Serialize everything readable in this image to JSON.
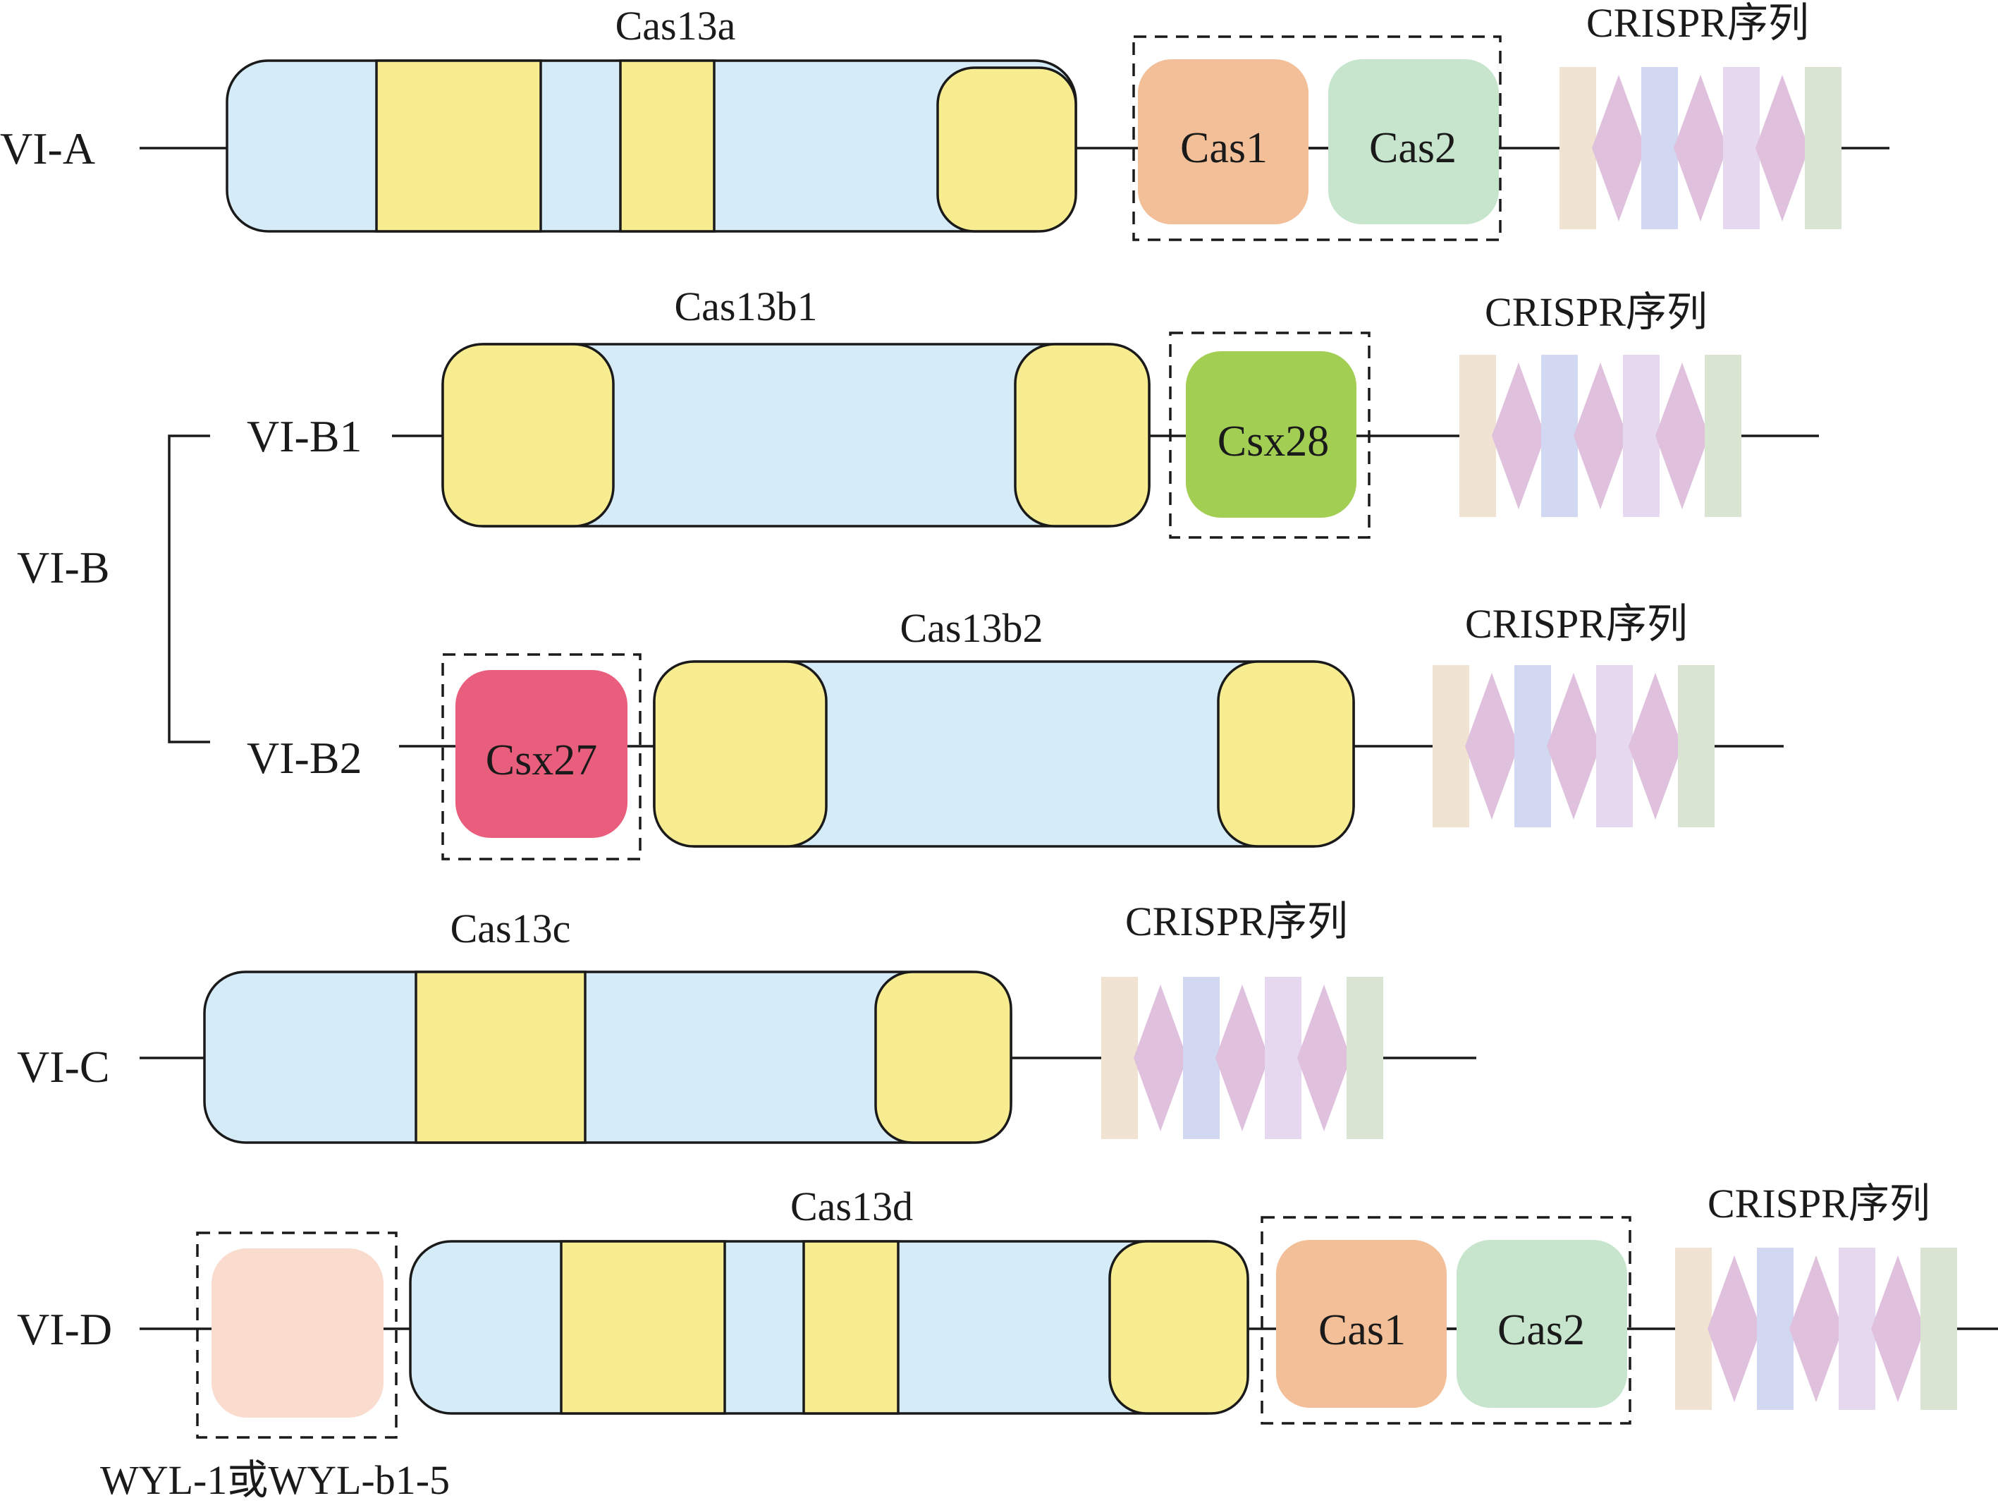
{
  "colors": {
    "protein_body": "#d6ebf8",
    "domain": "#f8ec91",
    "cas1": "#f2bf98",
    "cas2": "#c7e5cc",
    "csx28": "#a2cf53",
    "csx27": "#ea5e7d",
    "wyl": "#fadccf",
    "crispr_repeat_1": "#f0e3d2",
    "crispr_repeat_2": "#d2d7f2",
    "crispr_repeat_3": "#e6d8ee",
    "crispr_repeat_4": "#d9e4d3",
    "crispr_spacer": "#dfc1de"
  },
  "rows": {
    "via": {
      "label": "VI-A",
      "protein": "Cas13a",
      "cas1": "Cas1",
      "cas2": "Cas2",
      "crispr": "CRISPR序列"
    },
    "vib": {
      "label": "VI-B",
      "b1": {
        "label": "VI-B1",
        "protein": "Cas13b1",
        "accessory": "Csx28",
        "crispr": "CRISPR序列"
      },
      "b2": {
        "label": "VI-B2",
        "protein": "Cas13b2",
        "accessory": "Csx27",
        "crispr": "CRISPR序列"
      }
    },
    "vic": {
      "label": "VI-C",
      "protein": "Cas13c",
      "crispr": "CRISPR序列"
    },
    "vid": {
      "label": "VI-D",
      "protein": "Cas13d",
      "cas1": "Cas1",
      "cas2": "Cas2",
      "crispr": "CRISPR序列",
      "wyl": "WYL-1或WYL-b1-5"
    }
  }
}
